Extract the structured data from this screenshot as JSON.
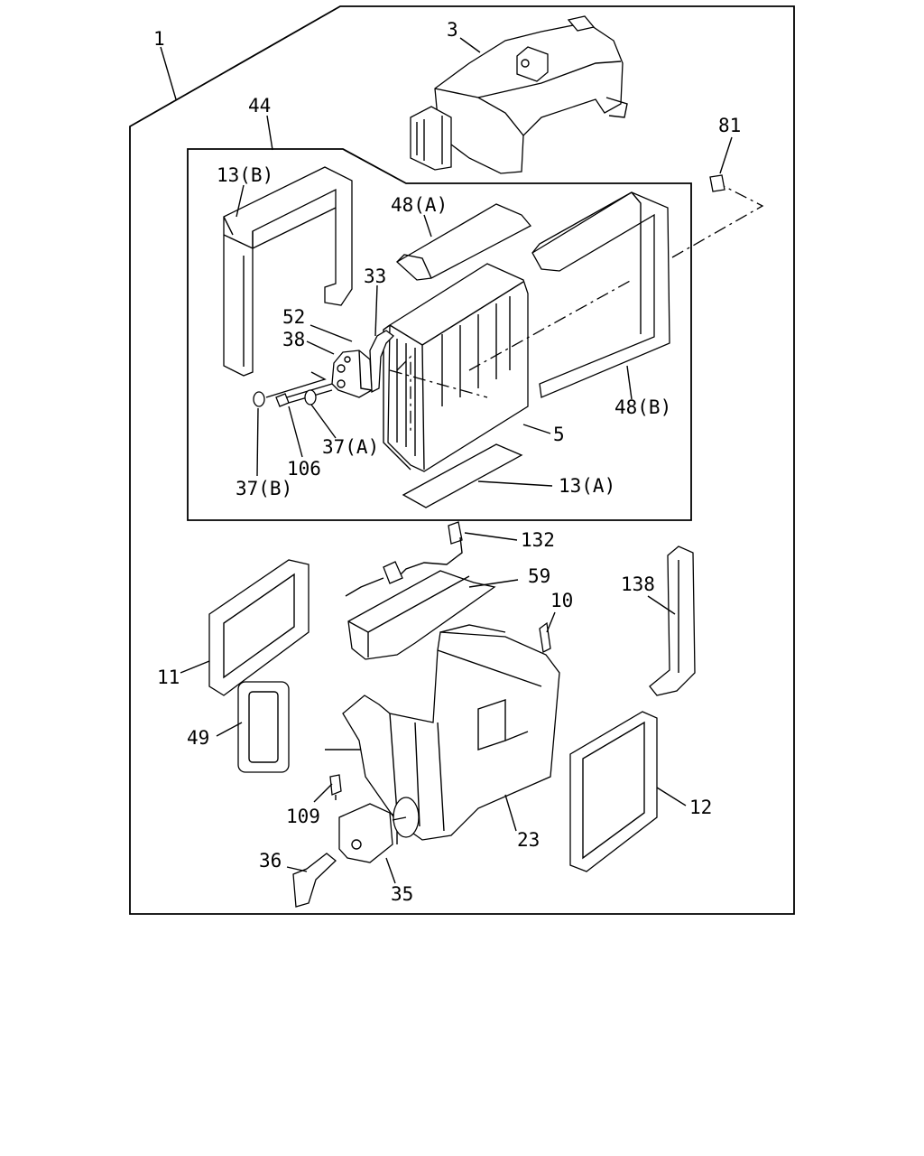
{
  "diagram": {
    "callouts": {
      "c1": "1",
      "c3": "3",
      "c44": "44",
      "c81": "81",
      "c13b": "13(B)",
      "c48a": "48(A)",
      "c33": "33",
      "c52": "52",
      "c38": "38",
      "c48b": "48(B)",
      "c5": "5",
      "c37a": "37(A)",
      "c106": "106",
      "c37b": "37(B)",
      "c13a": "13(A)",
      "c132": "132",
      "c59": "59",
      "c10": "10",
      "c138": "138",
      "c11": "11",
      "c49": "49",
      "c12": "12",
      "c109": "109",
      "c23": "23",
      "c36": "36",
      "c35": "35"
    }
  }
}
